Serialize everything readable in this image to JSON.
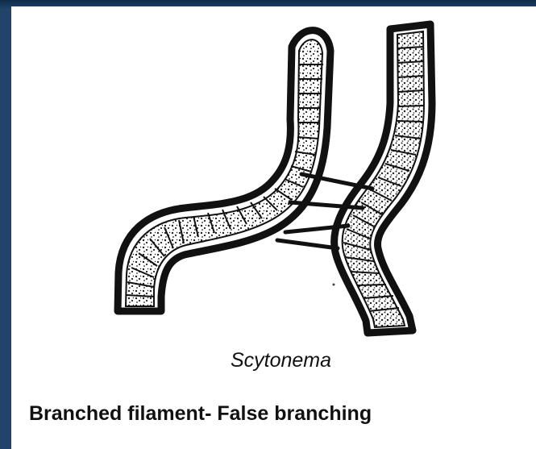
{
  "slide": {
    "background_color": "#20446a",
    "panel_color": "#ffffff"
  },
  "figure": {
    "subject": "filament-diagram",
    "species_label": "Scytonema",
    "caption": "Branched filament- False branching"
  }
}
